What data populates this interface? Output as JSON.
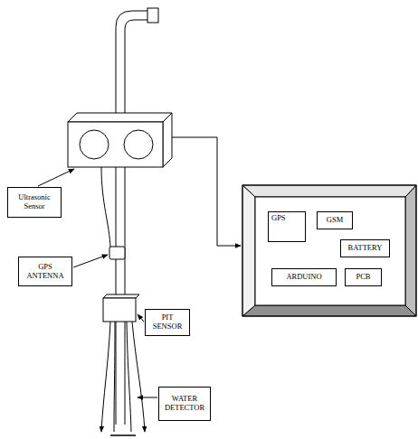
{
  "diagram": {
    "nodes": [
      {
        "text": [
          "Ultrasonic Sensor"
        ]
      },
      {
        "text": [
          "GPS ANTENNA"
        ]
      },
      {
        "text": [
          "PIT SENSOR"
        ]
      },
      {
        "text": [
          "WATER DETECTOR"
        ]
      },
      {
        "text": [
          "GPS"
        ]
      },
      {
        "text": [
          "GSM"
        ]
      },
      {
        "text": [
          "BATTERY"
        ]
      },
      {
        "text": [
          "ARDUINO"
        ]
      },
      {
        "text": [
          "PCB"
        ]
      }
    ]
  }
}
